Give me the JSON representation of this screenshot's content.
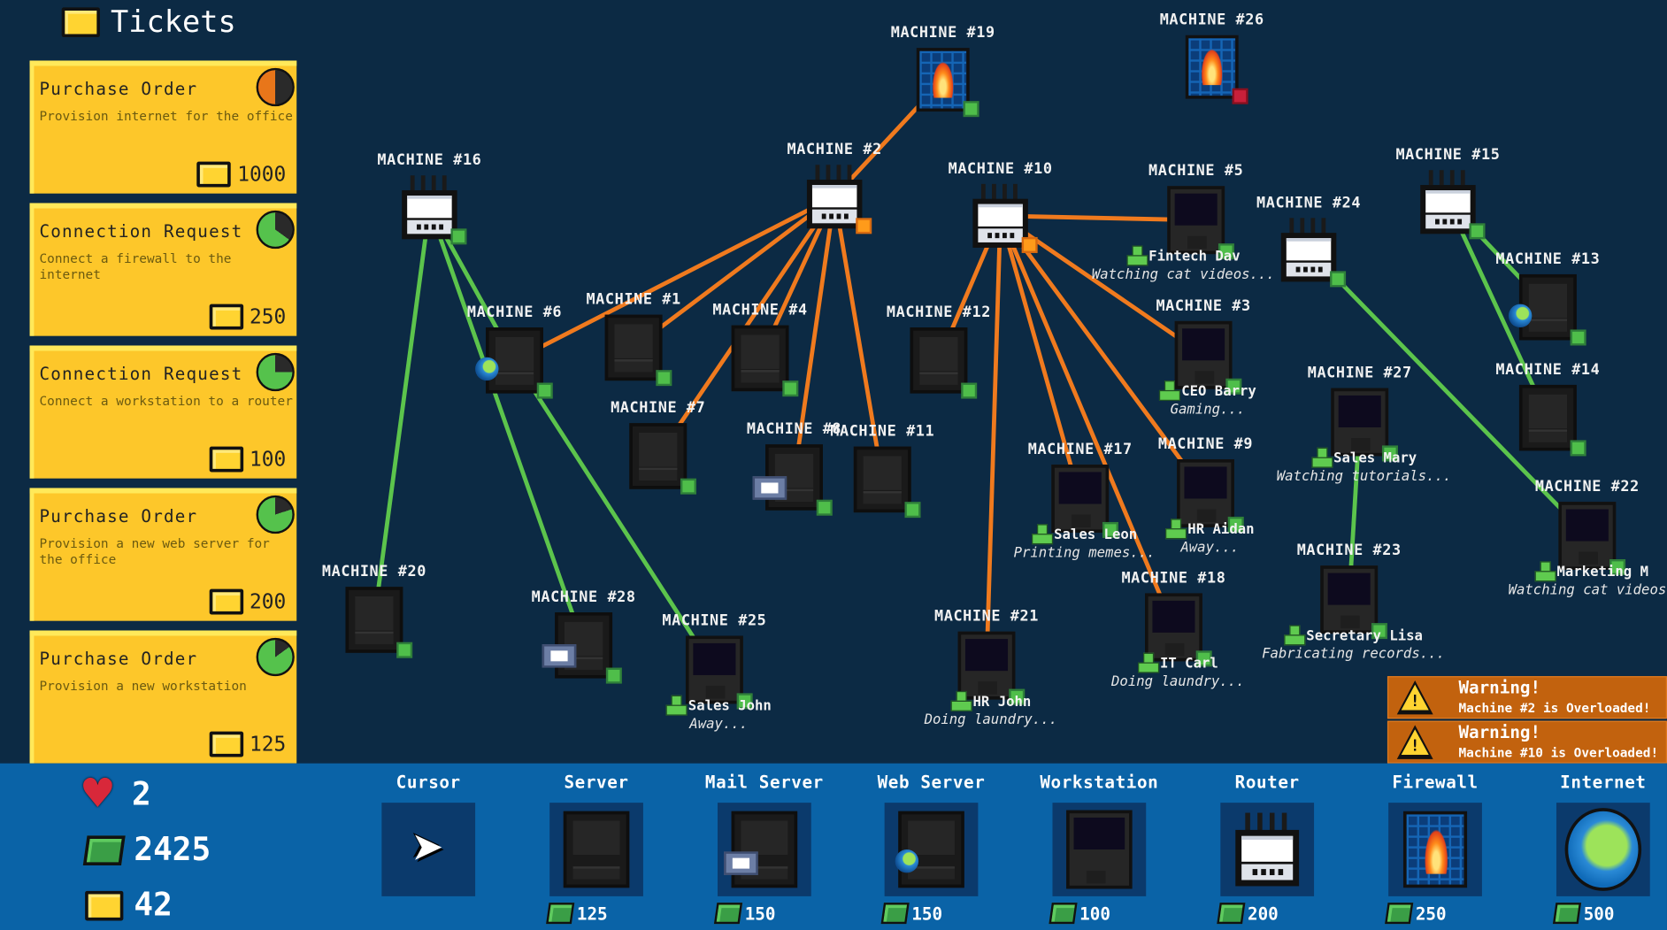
{
  "tickets": {
    "title": "Tickets",
    "items": [
      {
        "title": "Purchase Order",
        "description": "Provision internet for the office",
        "reward": "1000",
        "timer_fraction": 0.5,
        "timer_color": "#e8761a"
      },
      {
        "title": "Connection Request",
        "description": "Connect a firewall to the internet",
        "reward": "250",
        "timer_fraction": 0.65,
        "timer_color": "#55c24c"
      },
      {
        "title": "Connection Request",
        "description": "Connect a workstation to a router",
        "reward": "100",
        "timer_fraction": 0.75,
        "timer_color": "#55c24c"
      },
      {
        "title": "Purchase Order",
        "description": "Provision a new web server for the office",
        "reward": "200",
        "timer_fraction": 0.8,
        "timer_color": "#55c24c"
      },
      {
        "title": "Purchase Order",
        "description": "Provision a new workstation",
        "reward": "125",
        "timer_fraction": 0.85,
        "timer_color": "#55c24c"
      }
    ]
  },
  "machines": [
    {
      "id": "19",
      "label": "MACHINE #19",
      "type": "firewall"
    },
    {
      "id": "26",
      "label": "MACHINE #26",
      "type": "firewall",
      "port": "red"
    },
    {
      "id": "16",
      "label": "MACHINE #16",
      "type": "router"
    },
    {
      "id": "2",
      "label": "MACHINE #2",
      "type": "router",
      "port": "orange"
    },
    {
      "id": "10",
      "label": "MACHINE #10",
      "type": "router",
      "port": "orange"
    },
    {
      "id": "5",
      "label": "MACHINE #5",
      "type": "workstation",
      "user": "Fintech Dav",
      "status": "Watching cat videos..."
    },
    {
      "id": "24",
      "label": "MACHINE #24",
      "type": "router"
    },
    {
      "id": "15",
      "label": "MACHINE #15",
      "type": "router"
    },
    {
      "id": "6",
      "label": "MACHINE #6",
      "type": "web_server"
    },
    {
      "id": "1",
      "label": "MACHINE #1",
      "type": "server"
    },
    {
      "id": "4",
      "label": "MACHINE #4",
      "type": "server"
    },
    {
      "id": "12",
      "label": "MACHINE #12",
      "type": "server"
    },
    {
      "id": "3",
      "label": "MACHINE #3",
      "type": "workstation",
      "user": "CEO Barry",
      "status": "Gaming..."
    },
    {
      "id": "13",
      "label": "MACHINE #13",
      "type": "web_server"
    },
    {
      "id": "14",
      "label": "MACHINE #14",
      "type": "server"
    },
    {
      "id": "7",
      "label": "MACHINE #7",
      "type": "server"
    },
    {
      "id": "8",
      "label": "MACHINE #8",
      "type": "mail_server"
    },
    {
      "id": "11",
      "label": "MACHINE #11",
      "type": "server"
    },
    {
      "id": "17",
      "label": "MACHINE #17",
      "type": "workstation",
      "user": "Sales Leon",
      "status": "Printing memes..."
    },
    {
      "id": "9",
      "label": "MACHINE #9",
      "type": "workstation",
      "user": "HR Aidan",
      "status": "Away..."
    },
    {
      "id": "27",
      "label": "MACHINE #27",
      "type": "workstation",
      "user": "Sales Mary",
      "status": "Watching tutorials..."
    },
    {
      "id": "22",
      "label": "MACHINE #22",
      "type": "workstation",
      "user": "Marketing M",
      "status": "Watching cat videos."
    },
    {
      "id": "20",
      "label": "MACHINE #20",
      "type": "server"
    },
    {
      "id": "28",
      "label": "MACHINE #28",
      "type": "mail_server"
    },
    {
      "id": "25",
      "label": "MACHINE #25",
      "type": "workstation",
      "user": "Sales John",
      "status": "Away..."
    },
    {
      "id": "21",
      "label": "MACHINE #21",
      "type": "workstation",
      "user": "HR John",
      "status": "Doing laundry..."
    },
    {
      "id": "18",
      "label": "MACHINE #18",
      "type": "workstation",
      "user": "IT Carl",
      "status": "Doing laundry..."
    },
    {
      "id": "23",
      "label": "MACHINE #23",
      "type": "workstation",
      "user": "Secretary Lisa",
      "status": "Fabricating records..."
    }
  ],
  "connections": [
    {
      "from": "16",
      "to": "20",
      "state": "ok"
    },
    {
      "from": "16",
      "to": "28",
      "state": "ok"
    },
    {
      "from": "16",
      "to": "6",
      "state": "ok"
    },
    {
      "from": "6",
      "to": "25",
      "state": "ok"
    },
    {
      "from": "15",
      "to": "13",
      "state": "ok"
    },
    {
      "from": "15",
      "to": "14",
      "state": "ok"
    },
    {
      "from": "24",
      "to": "22",
      "state": "ok"
    },
    {
      "from": "27",
      "to": "23",
      "state": "ok"
    },
    {
      "from": "19",
      "to": "2",
      "state": "overloaded"
    },
    {
      "from": "2",
      "to": "6",
      "state": "overloaded"
    },
    {
      "from": "2",
      "to": "1",
      "state": "overloaded"
    },
    {
      "from": "2",
      "to": "4",
      "state": "overloaded"
    },
    {
      "from": "2",
      "to": "7",
      "state": "overloaded"
    },
    {
      "from": "2",
      "to": "8",
      "state": "overloaded"
    },
    {
      "from": "2",
      "to": "11",
      "state": "overloaded"
    },
    {
      "from": "10",
      "to": "5",
      "state": "overloaded"
    },
    {
      "from": "10",
      "to": "12",
      "state": "overloaded"
    },
    {
      "from": "10",
      "to": "21",
      "state": "overloaded"
    },
    {
      "from": "10",
      "to": "17",
      "state": "overloaded"
    },
    {
      "from": "10",
      "to": "18",
      "state": "overloaded"
    },
    {
      "from": "10",
      "to": "9",
      "state": "overloaded"
    },
    {
      "from": "10",
      "to": "3",
      "state": "overloaded"
    }
  ],
  "colors": {
    "ok": "#5cc44c",
    "overloaded": "#f07a1e",
    "background": "#0c2a44",
    "toolbar": "#0a63a7",
    "ticket": "#fdc72a",
    "warning": "#c2620e"
  },
  "warnings": [
    {
      "title": "Warning!",
      "message": "Machine #2 is Overloaded!"
    },
    {
      "title": "Warning!",
      "message": "Machine #10 is Overloaded!"
    }
  ],
  "stats": {
    "lives": "2",
    "money": "2425",
    "tickets": "42"
  },
  "toolbar": [
    {
      "label": "Cursor",
      "icon": "cursor-icon"
    },
    {
      "label": "Server",
      "icon": "server-icon",
      "price": "125"
    },
    {
      "label": "Mail Server",
      "icon": "mail-server-icon",
      "price": "150"
    },
    {
      "label": "Web Server",
      "icon": "web-server-icon",
      "price": "150"
    },
    {
      "label": "Workstation",
      "icon": "workstation-icon",
      "price": "100"
    },
    {
      "label": "Router",
      "icon": "router-icon",
      "price": "200"
    },
    {
      "label": "Firewall",
      "icon": "firewall-icon",
      "price": "250"
    },
    {
      "label": "Internet",
      "icon": "internet-icon",
      "price": "500"
    }
  ]
}
